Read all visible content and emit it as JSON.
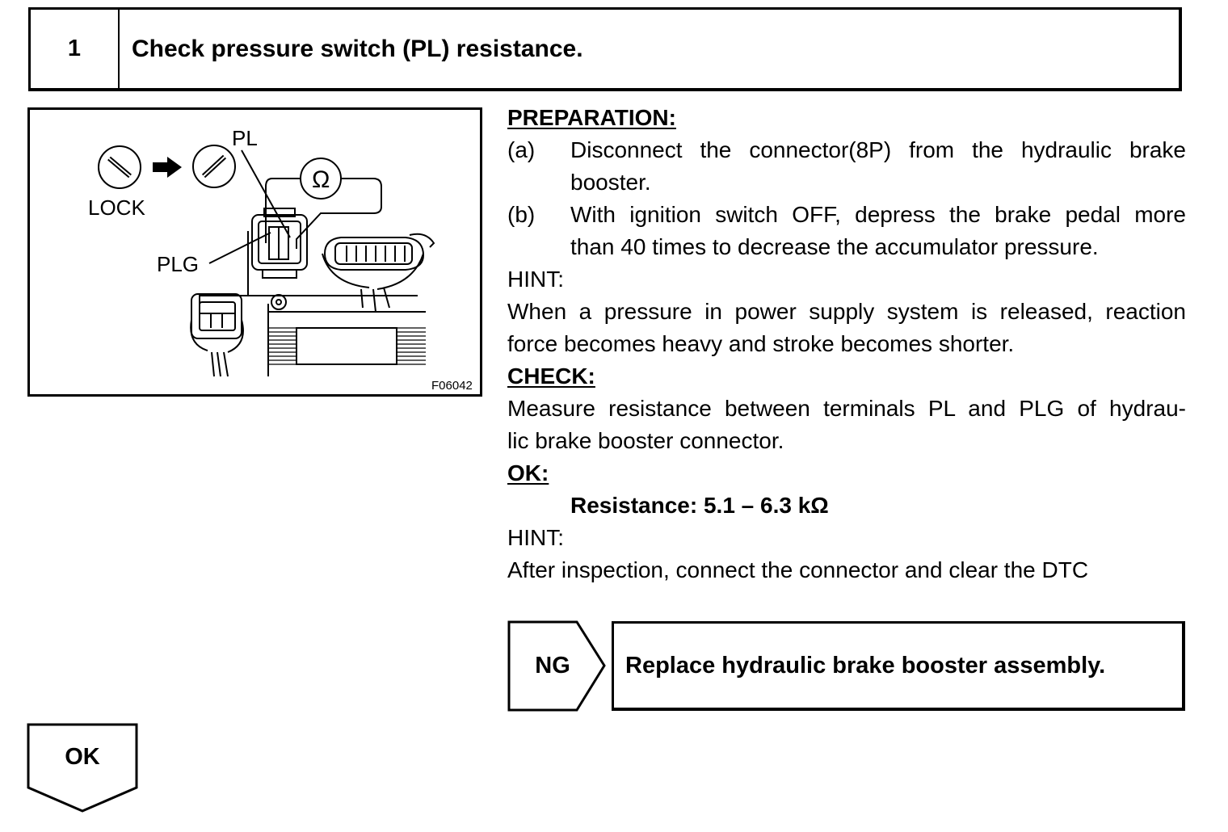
{
  "step": {
    "number": "1",
    "title": "Check pressure switch (PL) resistance."
  },
  "figure": {
    "labels": {
      "pl": "PL",
      "lock": "LOCK",
      "plg": "PLG",
      "ohm": "Ω",
      "code": "F06042"
    }
  },
  "preparation": {
    "heading": "PREPARATION:",
    "items": [
      {
        "label": "(a)",
        "lines": [
          "Disconnect the connector(8P) from the hydraulic brake",
          "booster."
        ]
      },
      {
        "label": "(b)",
        "lines": [
          "With ignition switch OFF, depress the brake pedal more",
          "than 40 times to decrease the accumulator pressure."
        ]
      }
    ]
  },
  "hint1": {
    "heading": "HINT:",
    "lines": [
      "When a pressure in power supply system is released, reaction",
      "force becomes heavy and stroke becomes shorter."
    ]
  },
  "check": {
    "heading": "CHECK:",
    "lines": [
      "Measure resistance between terminals PL and PLG of hydrau-",
      "lic brake booster connector."
    ]
  },
  "ok": {
    "heading": "OK:",
    "value": "Resistance: 5.1 – 6.3 kΩ"
  },
  "hint2": {
    "heading": "HINT:",
    "text": "After inspection, connect the connector and clear the DTC"
  },
  "ng_branch": {
    "tag": "NG",
    "action": "Replace hydraulic brake booster assembly."
  },
  "ok_branch": {
    "tag": "OK"
  }
}
